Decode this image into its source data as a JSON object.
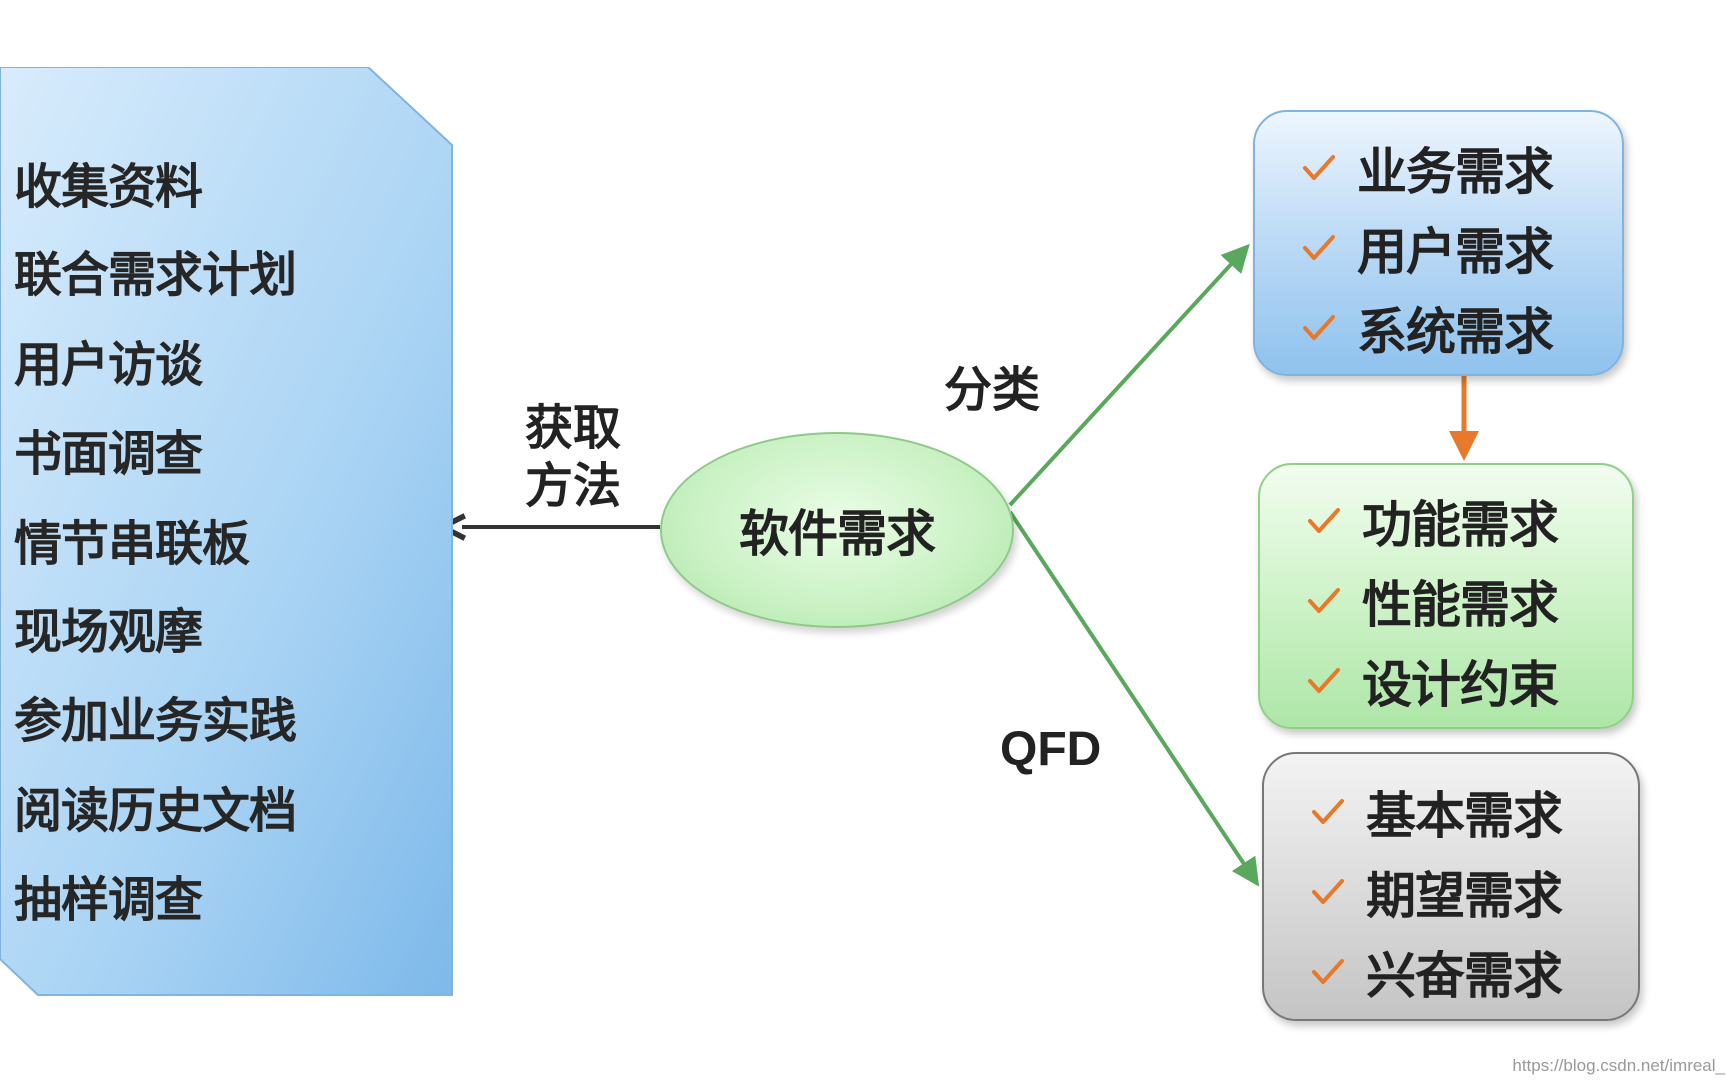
{
  "methods": {
    "title": "",
    "items": [
      "收集资料",
      "联合需求计划",
      "用户访谈",
      "书面调查",
      "情节串联板",
      "现场观摩",
      "参加业务实践",
      "阅读历史文档",
      "抽样调查"
    ]
  },
  "edges": {
    "acquire_label_line1": "获取",
    "acquire_label_line2": "方法",
    "classify_label": "分类",
    "qfd_label": "QFD"
  },
  "center": {
    "label": "软件需求"
  },
  "categories": [
    {
      "items": [
        "业务需求",
        "用户需求",
        "系统需求"
      ]
    },
    {
      "items": [
        "功能需求",
        "性能需求",
        "设计约束"
      ]
    },
    {
      "items": [
        "基本需求",
        "期望需求",
        "兴奋需求"
      ]
    }
  ],
  "colors": {
    "arrow_green": "#5aa85c",
    "arrow_dark": "#333333",
    "arrow_orange": "#e8782a",
    "check_orange": "#e8782a"
  },
  "watermark": "https://blog.csdn.net/imreal_"
}
